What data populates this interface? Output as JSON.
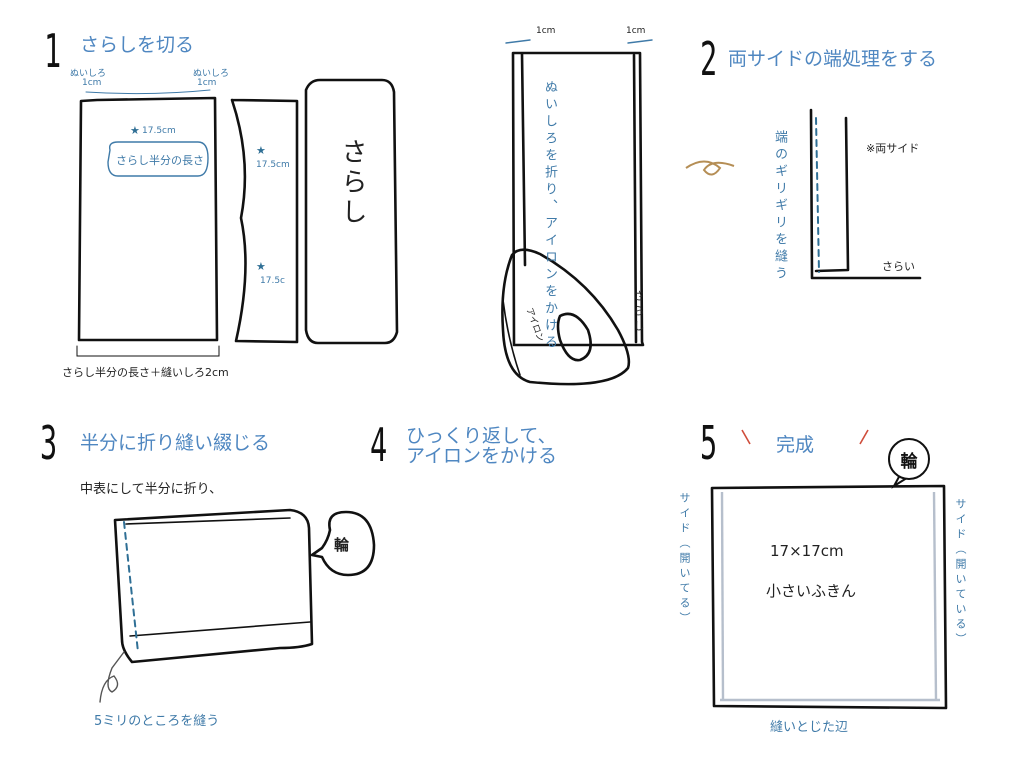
{
  "steps": [
    {
      "number": "1",
      "title": "さらしを切る"
    },
    {
      "number": "2",
      "title": "両サイドの端処理をする"
    },
    {
      "number": "3",
      "title": "半分に折り縫い綴じる"
    },
    {
      "number": "4",
      "title": "ひっくり返して、\nアイロンをかける"
    },
    {
      "number": "5",
      "title": "完成"
    }
  ],
  "step1": {
    "seam_left_label": "ぬいしろ",
    "seam_left_size": "1cm",
    "seam_right_label": "ぬいしろ",
    "seam_right_size": "1cm",
    "width_label": "17.5cm",
    "bubble_text": "さらし半分の長さ",
    "fold_top_size": "17.5cm",
    "fold_bottom_size": "17.5c",
    "roll_label": "さらし",
    "bottom_caption": "さらし半分の長さ＋縫いしろ2cm"
  },
  "step2": {
    "left_size": "1cm",
    "right_size": "1cm",
    "fold_note": "ぬいしろを折り、アイロンをかける",
    "iron_label": "アイロン",
    "cloth_label": "さらし",
    "stitch_note": "端のギリギリを縫う",
    "both_sides_note": "※両サイド",
    "fabric_label": "さらい"
  },
  "step3": {
    "instruction": "中表にして半分に折り、",
    "wa_label": "輪",
    "sew_note": "5ミリのところを縫う"
  },
  "step5": {
    "size": "17×17cm",
    "name": "小さいふきん",
    "wa_label": "輪",
    "left_side_note": "サイド（開いてる）",
    "right_side_note": "サイド（開いている）",
    "bottom_note": "縫いとじた辺"
  }
}
